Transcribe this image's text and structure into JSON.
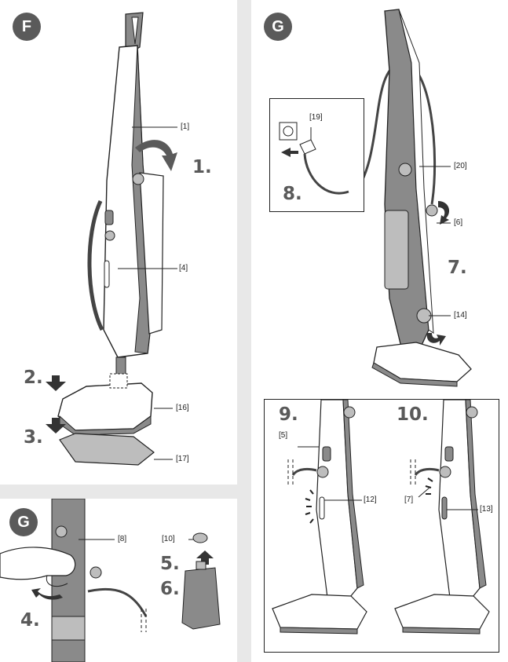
{
  "panels": {
    "f": {
      "badge": "F"
    },
    "g_top": {
      "badge": "G"
    },
    "g_bottom": {
      "badge": "G"
    }
  },
  "steps": [
    "1.",
    "2.",
    "3.",
    "4.",
    "5.",
    "6.",
    "7.",
    "8.",
    "9.",
    "10."
  ],
  "labels": [
    "[1]",
    "[4]",
    "[16]",
    "[17]",
    "[8]",
    "[10]",
    "[19]",
    "[20]",
    "[6]",
    "[14]",
    "[5]",
    "[12]",
    "[7]",
    "[13]"
  ],
  "colors": {
    "badge": "#5a5a5a",
    "body_grey": "#8a8a8a",
    "light_grey": "#bdbdbd",
    "outline": "#222222"
  }
}
